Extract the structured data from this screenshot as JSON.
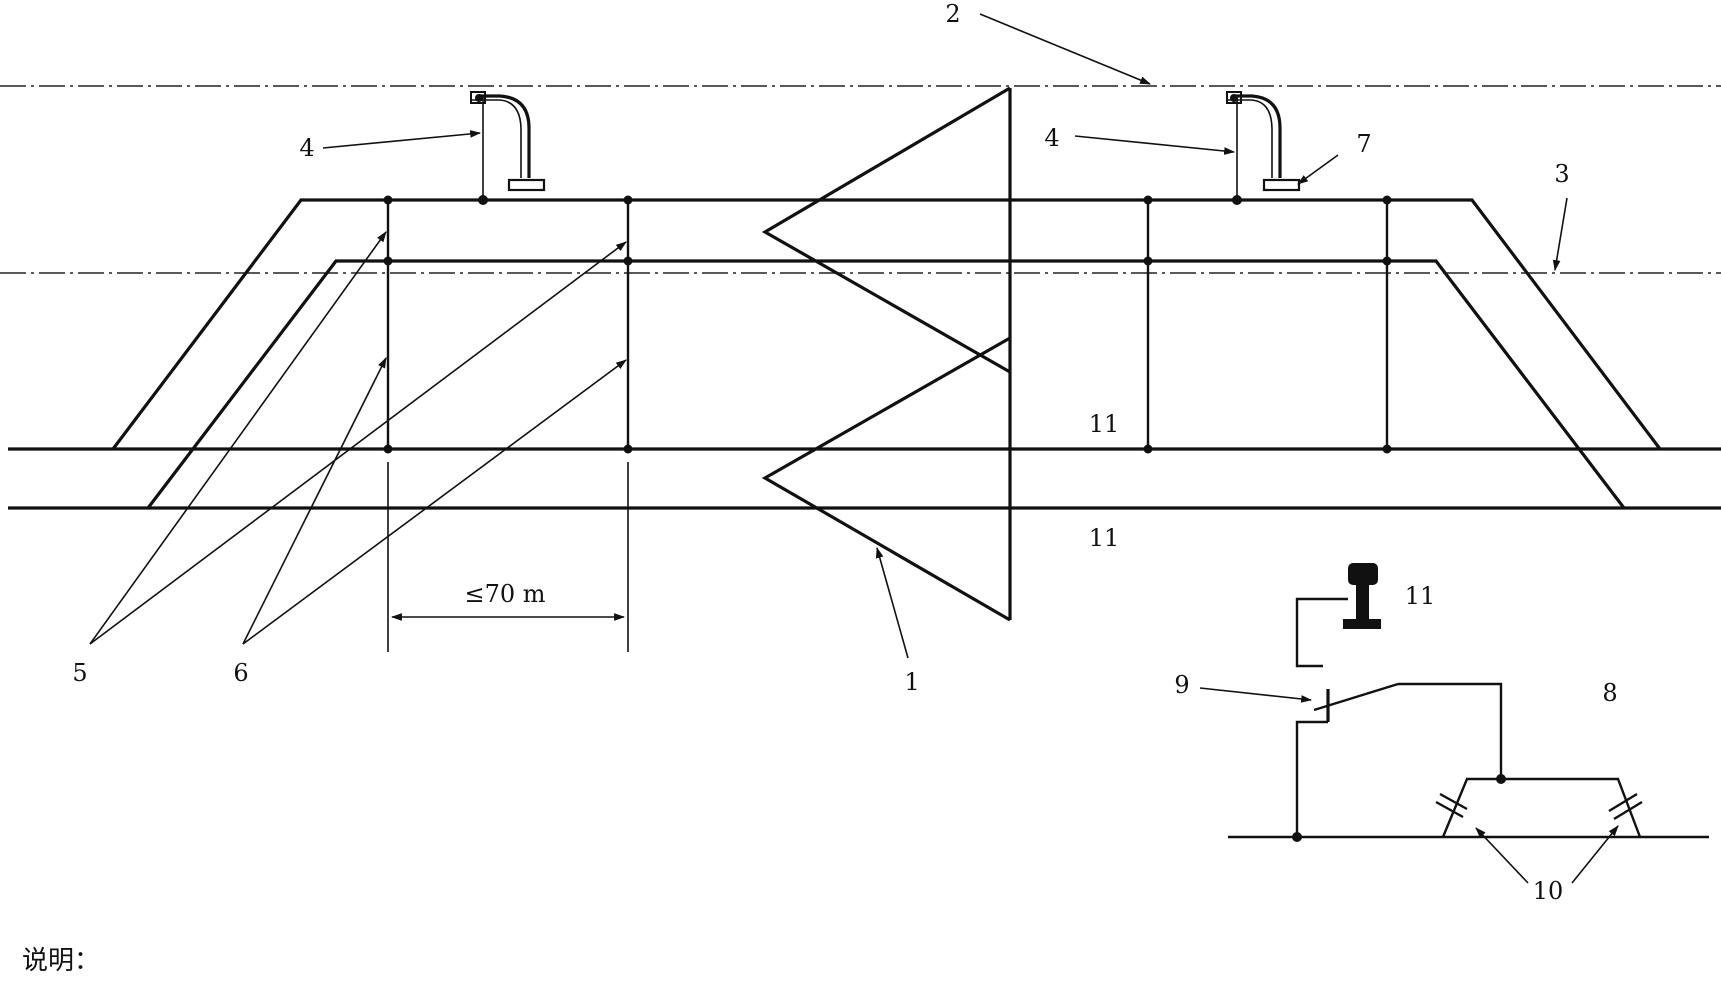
{
  "labels": {
    "l1": "1",
    "l2": "2",
    "l3": "3",
    "l4a": "4",
    "l4b": "4",
    "l5": "5",
    "l6": "6",
    "l7": "7",
    "l8": "8",
    "l9": "9",
    "l10": "10",
    "l11a": "11",
    "l11b": "11",
    "l11c": "11"
  },
  "dimension": "≤70 m",
  "caption": "说明："
}
